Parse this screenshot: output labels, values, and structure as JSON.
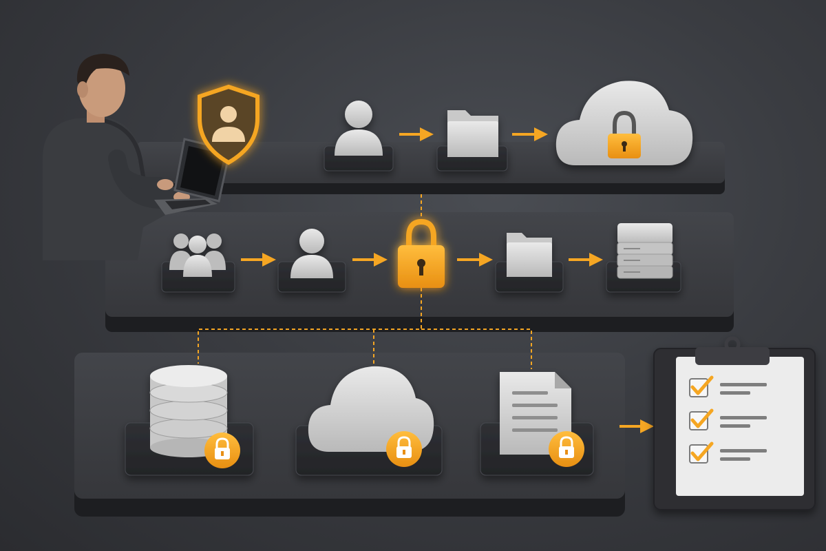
{
  "diagram": {
    "colors": {
      "background": "#3a3c41",
      "platform_top": "#3b3c40",
      "platform_side": "#1c1d20",
      "icon_light": "#d6d6d6",
      "icon_shade": "#a9a9a9",
      "accent": "#f5a623",
      "accent_dark": "#c97c0c",
      "clipboard_board": "#2e2f33",
      "clipboard_paper": "#eeeeee"
    },
    "tiers": [
      {
        "id": "tier-1",
        "nodes": [
          "user-shield-icon",
          "user-icon",
          "folder-icon",
          "cloud-lock-icon"
        ],
        "connectors": [
          "arrow",
          "arrow"
        ]
      },
      {
        "id": "tier-2",
        "nodes": [
          "user-group-icon",
          "user-icon",
          "padlock-icon",
          "folder-icon",
          "server-stack-icon"
        ],
        "connectors": [
          "arrow",
          "arrow",
          "arrow",
          "arrow"
        ]
      },
      {
        "id": "tier-3",
        "nodes": [
          "database-lock-icon",
          "cloud-lock-icon",
          "document-lock-icon"
        ],
        "connectors": []
      }
    ],
    "output": {
      "node": "checklist-clipboard-icon",
      "checked_items": 3
    },
    "figures": [
      "person-with-laptop"
    ]
  }
}
